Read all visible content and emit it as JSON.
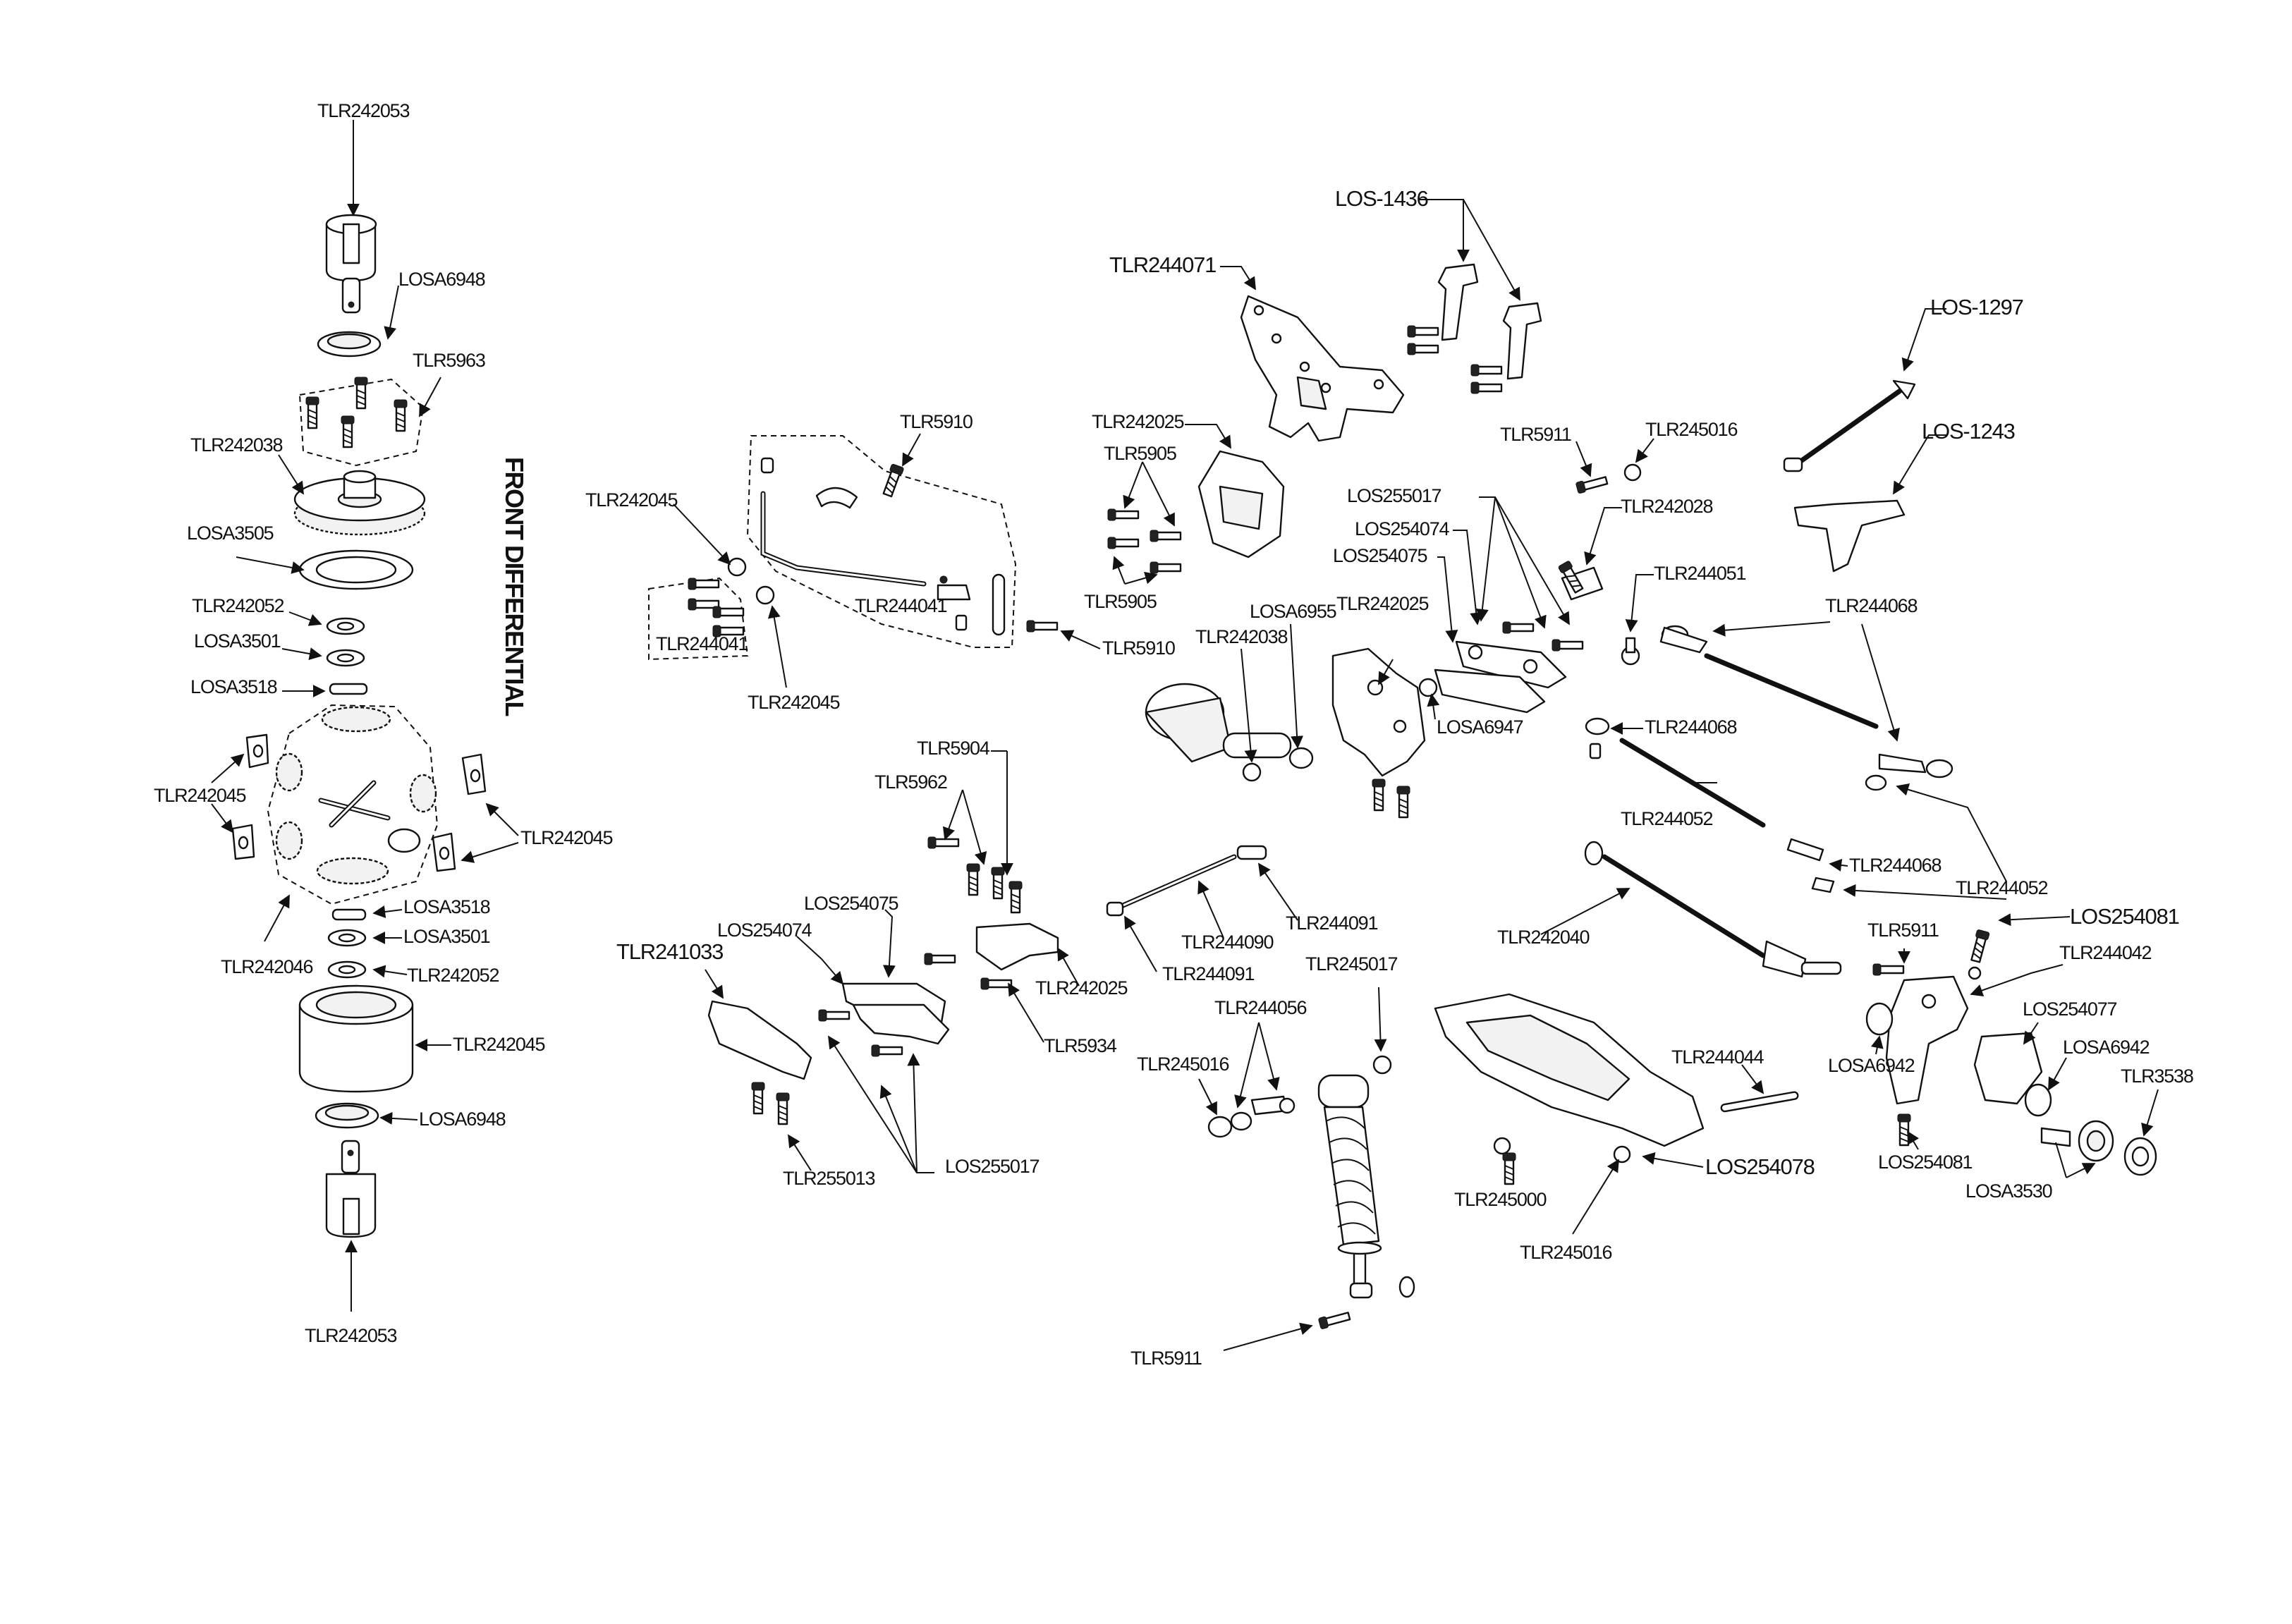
{
  "diagram": {
    "section_title": "FRONT DIFFERENTIAL",
    "labels": [
      "TLR242053",
      "LOSA6948",
      "TLR5963",
      "TLR242038",
      "LOSA3505",
      "TLR242052",
      "LOSA3501",
      "LOSA3518",
      "TLR242045",
      "TLR242045",
      "TLR242046",
      "LOSA3518",
      "LOSA3501",
      "TLR242052",
      "TLR242045",
      "LOSA6948",
      "TLR242053",
      "TLR242045",
      "TLR5910",
      "TLR244041",
      "TLR244041",
      "TLR242045",
      "TLR5910",
      "TLR244071",
      "LOS-1436",
      "TLR242025",
      "TLR5905",
      "TLR5905",
      "TLR5911",
      "TLR245016",
      "LOS-1297",
      "LOS-1243",
      "LOS255017",
      "TLR242028",
      "LOS254074",
      "LOS254075",
      "TLR244051",
      "TLR244068",
      "LOSA6955",
      "TLR242025",
      "TLR242038",
      "LOSA6947",
      "TLR244068",
      "TLR244052",
      "TLR244068",
      "TLR244052",
      "LOS254081",
      "TLR5904",
      "TLR5962",
      "LOS254075",
      "LOS254074",
      "TLR241033",
      "TLR242025",
      "TLR5934",
      "TLR255013",
      "LOS255017",
      "TLR244090",
      "TLR244091",
      "TLR244091",
      "TLR245017",
      "TLR244056",
      "TLR245016",
      "TLR242040",
      "TLR5911",
      "TLR244042",
      "LOS254077",
      "LOSA6942",
      "LOSA6942",
      "TLR3538",
      "LOS254081",
      "LOSA3530",
      "TLR244044",
      "LOS254078",
      "TLR245000",
      "TLR245016",
      "TLR5911"
    ]
  }
}
